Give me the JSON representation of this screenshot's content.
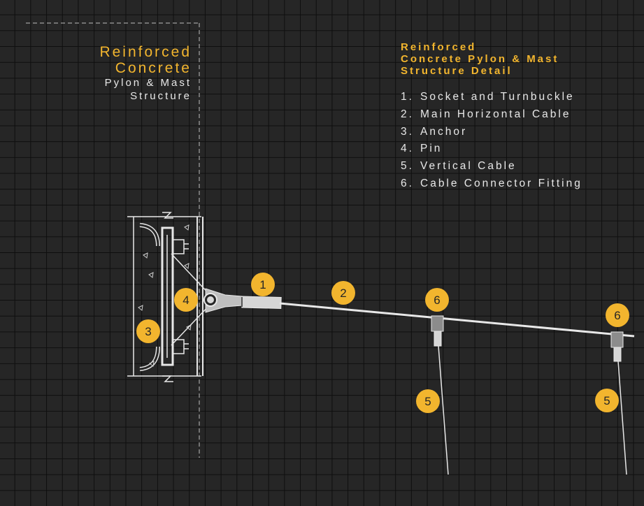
{
  "title": {
    "line1": "Reinforced",
    "line2": "Concrete",
    "line3": "Pylon & Mast",
    "line4": "Structure"
  },
  "detail": {
    "title_line1": "Reinforced",
    "title_line2": "Concrete Pylon & Mast",
    "title_line3": "Structure Detail",
    "items": [
      {
        "num": "1.",
        "label": "Socket and Turnbuckle"
      },
      {
        "num": "2.",
        "label": "Main Horizontal Cable"
      },
      {
        "num": "3.",
        "label": "Anchor"
      },
      {
        "num": "4.",
        "label": "Pin"
      },
      {
        "num": "5.",
        "label": "Vertical Cable"
      },
      {
        "num": "6.",
        "label": "Cable Connector Fitting"
      }
    ]
  },
  "badges": {
    "socket": "1",
    "cable": "2",
    "anchor": "3",
    "pin": "4",
    "vertical_left": "5",
    "vertical_right": "5",
    "connector_left": "6",
    "connector_right": "6"
  },
  "colors": {
    "background": "#262626",
    "grid": "#0e0e0e",
    "accent": "#f2b52e",
    "line": "#e8e8e8"
  }
}
